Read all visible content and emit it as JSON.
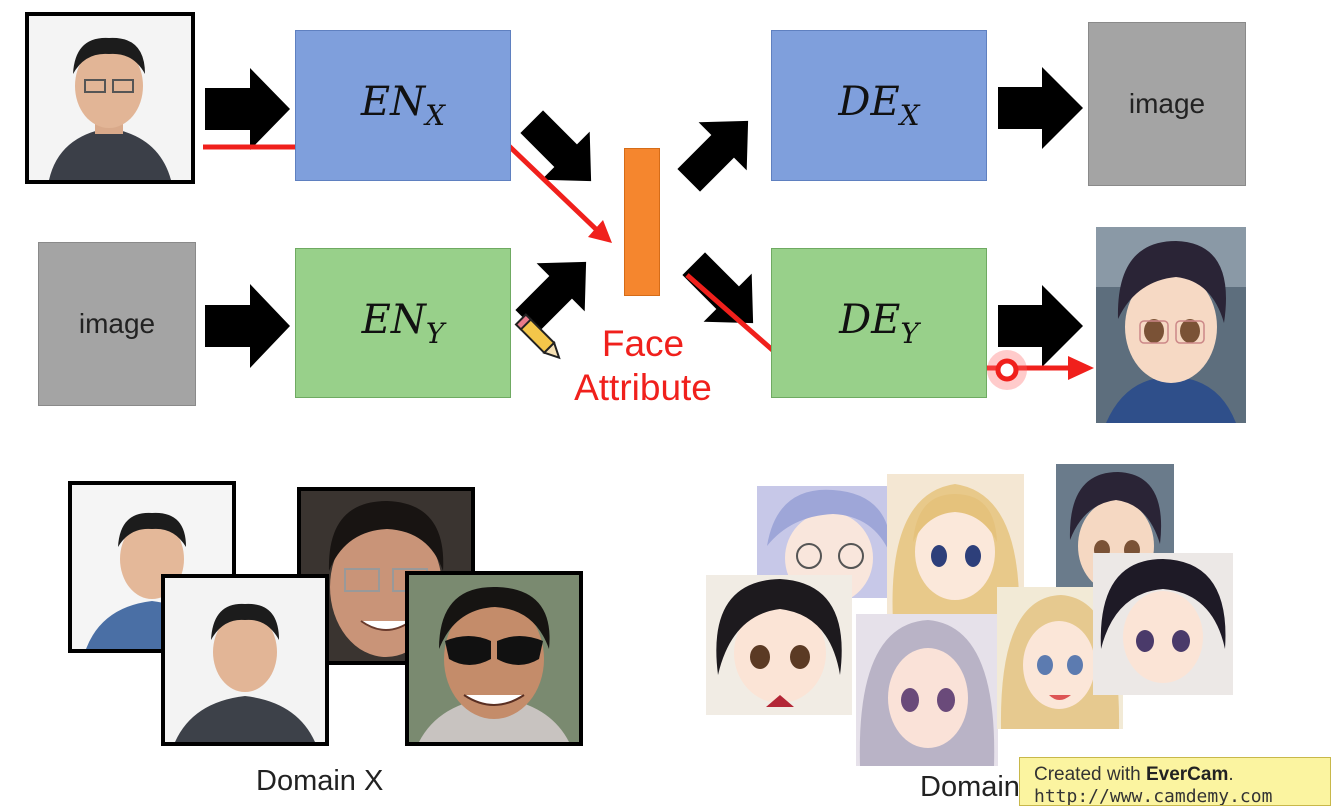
{
  "encoder_x": {
    "base": "EN",
    "sub": "X"
  },
  "encoder_y": {
    "base": "EN",
    "sub": "Y"
  },
  "decoder_x": {
    "base": "DE",
    "sub": "X"
  },
  "decoder_y": {
    "base": "DE",
    "sub": "Y"
  },
  "image_label_top": "image",
  "image_label_bottom": "image",
  "face_attribute": {
    "line1": "Face",
    "line2": "Attribute"
  },
  "domain_x_caption": "Domain X",
  "domain_y_caption": "Domain",
  "watermark": {
    "prefix": "Created with ",
    "brand": "EverCam",
    "suffix": ".",
    "url": "http://www.camdemy.com"
  },
  "colors": {
    "encoder_x": "#7f9fdc",
    "encoder_y": "#98d08a",
    "latent": "#f5862e",
    "path": "#f0201c"
  }
}
